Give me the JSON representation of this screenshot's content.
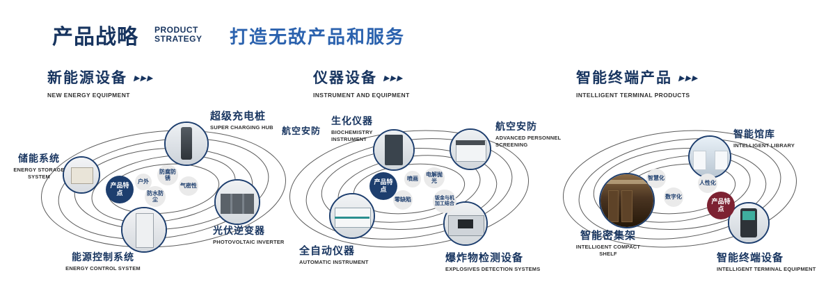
{
  "header": {
    "title": "产品战略",
    "title_en_line1": "PRODUCT",
    "title_en_line2": "STRATEGY",
    "slogan": "打造无敌产品和服务"
  },
  "colors": {
    "navy": "#17345f",
    "blue": "#2b62ae",
    "orbit": "#3d3d3d"
  },
  "sections": [
    {
      "title": "新能源设备",
      "subtitle": "NEW ENERGY EQUIPMENT",
      "arrows": "▶▶▶",
      "feature": {
        "label": "产品特点",
        "color": "#1d3e6e",
        "bubbles": [
          "户外",
          "防腐防锈",
          "气密性",
          "防水防尘"
        ]
      },
      "nodes": [
        {
          "cn": "储能系统",
          "en": "ENERGY STORAGE SYSTEM"
        },
        {
          "cn": "超级充电桩",
          "en": "SUPER CHARGING HUB"
        },
        {
          "cn": "光伏逆变器",
          "en": "PHOTOVOLTAIC INVERTER"
        },
        {
          "cn": "能源控制系统",
          "en": "ENERGY CONTROL SYSTEM"
        }
      ]
    },
    {
      "title": "仪器设备",
      "subtitle": "INSTRUMENT AND EQUIPMENT",
      "arrows": "▶▶▶",
      "extra_label": "航空安防",
      "feature": {
        "label": "产品特点",
        "color": "#1d3e6e",
        "bubbles": [
          "喷画",
          "电解抛光",
          "零缺陷",
          "钣金与机加工结合"
        ]
      },
      "nodes": [
        {
          "cn": "生化仪器",
          "en": "BIOCHEMISTRY INSTRUMENT"
        },
        {
          "cn": "航空安防",
          "en": "ADVANCED PERSONNEL SCREENING"
        },
        {
          "cn": "全自动仪器",
          "en": "AUTOMATIC INSTRUMENT"
        },
        {
          "cn": "爆炸物检测设备",
          "en": "EXPLOSIVES DETECTION SYSTEMS"
        }
      ]
    },
    {
      "title": "智能终端产品",
      "subtitle": "INTELLIGENT TERMINAL PRODUCTS",
      "arrows": "▶▶▶",
      "feature": {
        "label": "产品特点",
        "color": "#7d2232",
        "bubbles": [
          "智慧化",
          "人性化",
          "数字化"
        ]
      },
      "nodes": [
        {
          "cn": "智能馆库",
          "en": "INTELLIGENT LIBRARY"
        },
        {
          "cn": "智能密集架",
          "en": "INTELLIGENT COMPACT SHELF"
        },
        {
          "cn": "智能终端设备",
          "en": "INTELLIGENT TERMINAL EQUIPMENT"
        }
      ]
    }
  ]
}
